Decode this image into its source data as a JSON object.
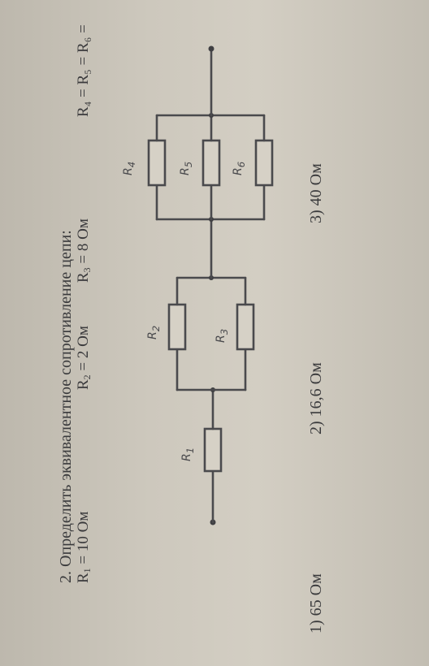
{
  "problem": {
    "title": "2. Определить эквивалентное сопротивление цепи:",
    "r1": "R",
    "r1_sub": "1",
    "r1_val": " = 10 Ом",
    "r2": "R",
    "r2_sub": "2",
    "r2_val": " = 2 Ом",
    "r3": "R",
    "r3_sub": "3",
    "r3_val": " = 8 Ом",
    "r456": "R₄ = R₅ = R₆ ="
  },
  "circuit": {
    "labels": {
      "R1": "R",
      "R1_sub": "1",
      "R2": "R",
      "R2_sub": "2",
      "R3": "R",
      "R3_sub": "3",
      "R4": "R",
      "R4_sub": "4",
      "R5": "R",
      "R5_sub": "5",
      "R6": "R",
      "R6_sub": "6"
    }
  },
  "answers": {
    "a1": "1) 65 Ом",
    "a2": "2) 16,6 Ом",
    "a3": "3) 40 Ом"
  },
  "colors": {
    "ink": "#3a3a3c",
    "paper": "#cdc8bd"
  }
}
